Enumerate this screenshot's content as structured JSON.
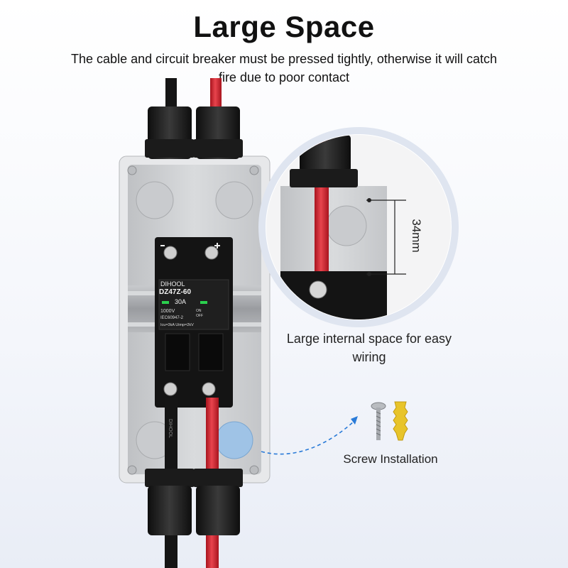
{
  "header": {
    "title": "Large Space",
    "subtitle": "The cable and circuit breaker must be pressed tightly, otherwise it will catch fire due to poor contact"
  },
  "breaker": {
    "brand": "DIHOOL",
    "model": "DZ47Z-60",
    "rating": "30A",
    "voltage": "1000V",
    "standard": "IEC60947-2",
    "state_on": "ON",
    "state_off": "OFF",
    "specs": "Icu=3kA  Uimp=2kV",
    "cable_print": "DIHOOL"
  },
  "zoom": {
    "dimension": "34mm"
  },
  "captions": {
    "space": "Large internal space for easy wiring",
    "screw": "Screw Installation"
  },
  "colors": {
    "red_cable": "#d8303a",
    "black_cable": "#151515",
    "enclosure": "#cfd1d3",
    "breaker_body": "#141414",
    "din_rail": "#a9abae",
    "anchor": "#e8c42a",
    "arrow": "#2a7bd8"
  },
  "icons": [
    "screw-icon",
    "wall-anchor-icon",
    "plus-terminal-icon",
    "minus-terminal-icon"
  ]
}
